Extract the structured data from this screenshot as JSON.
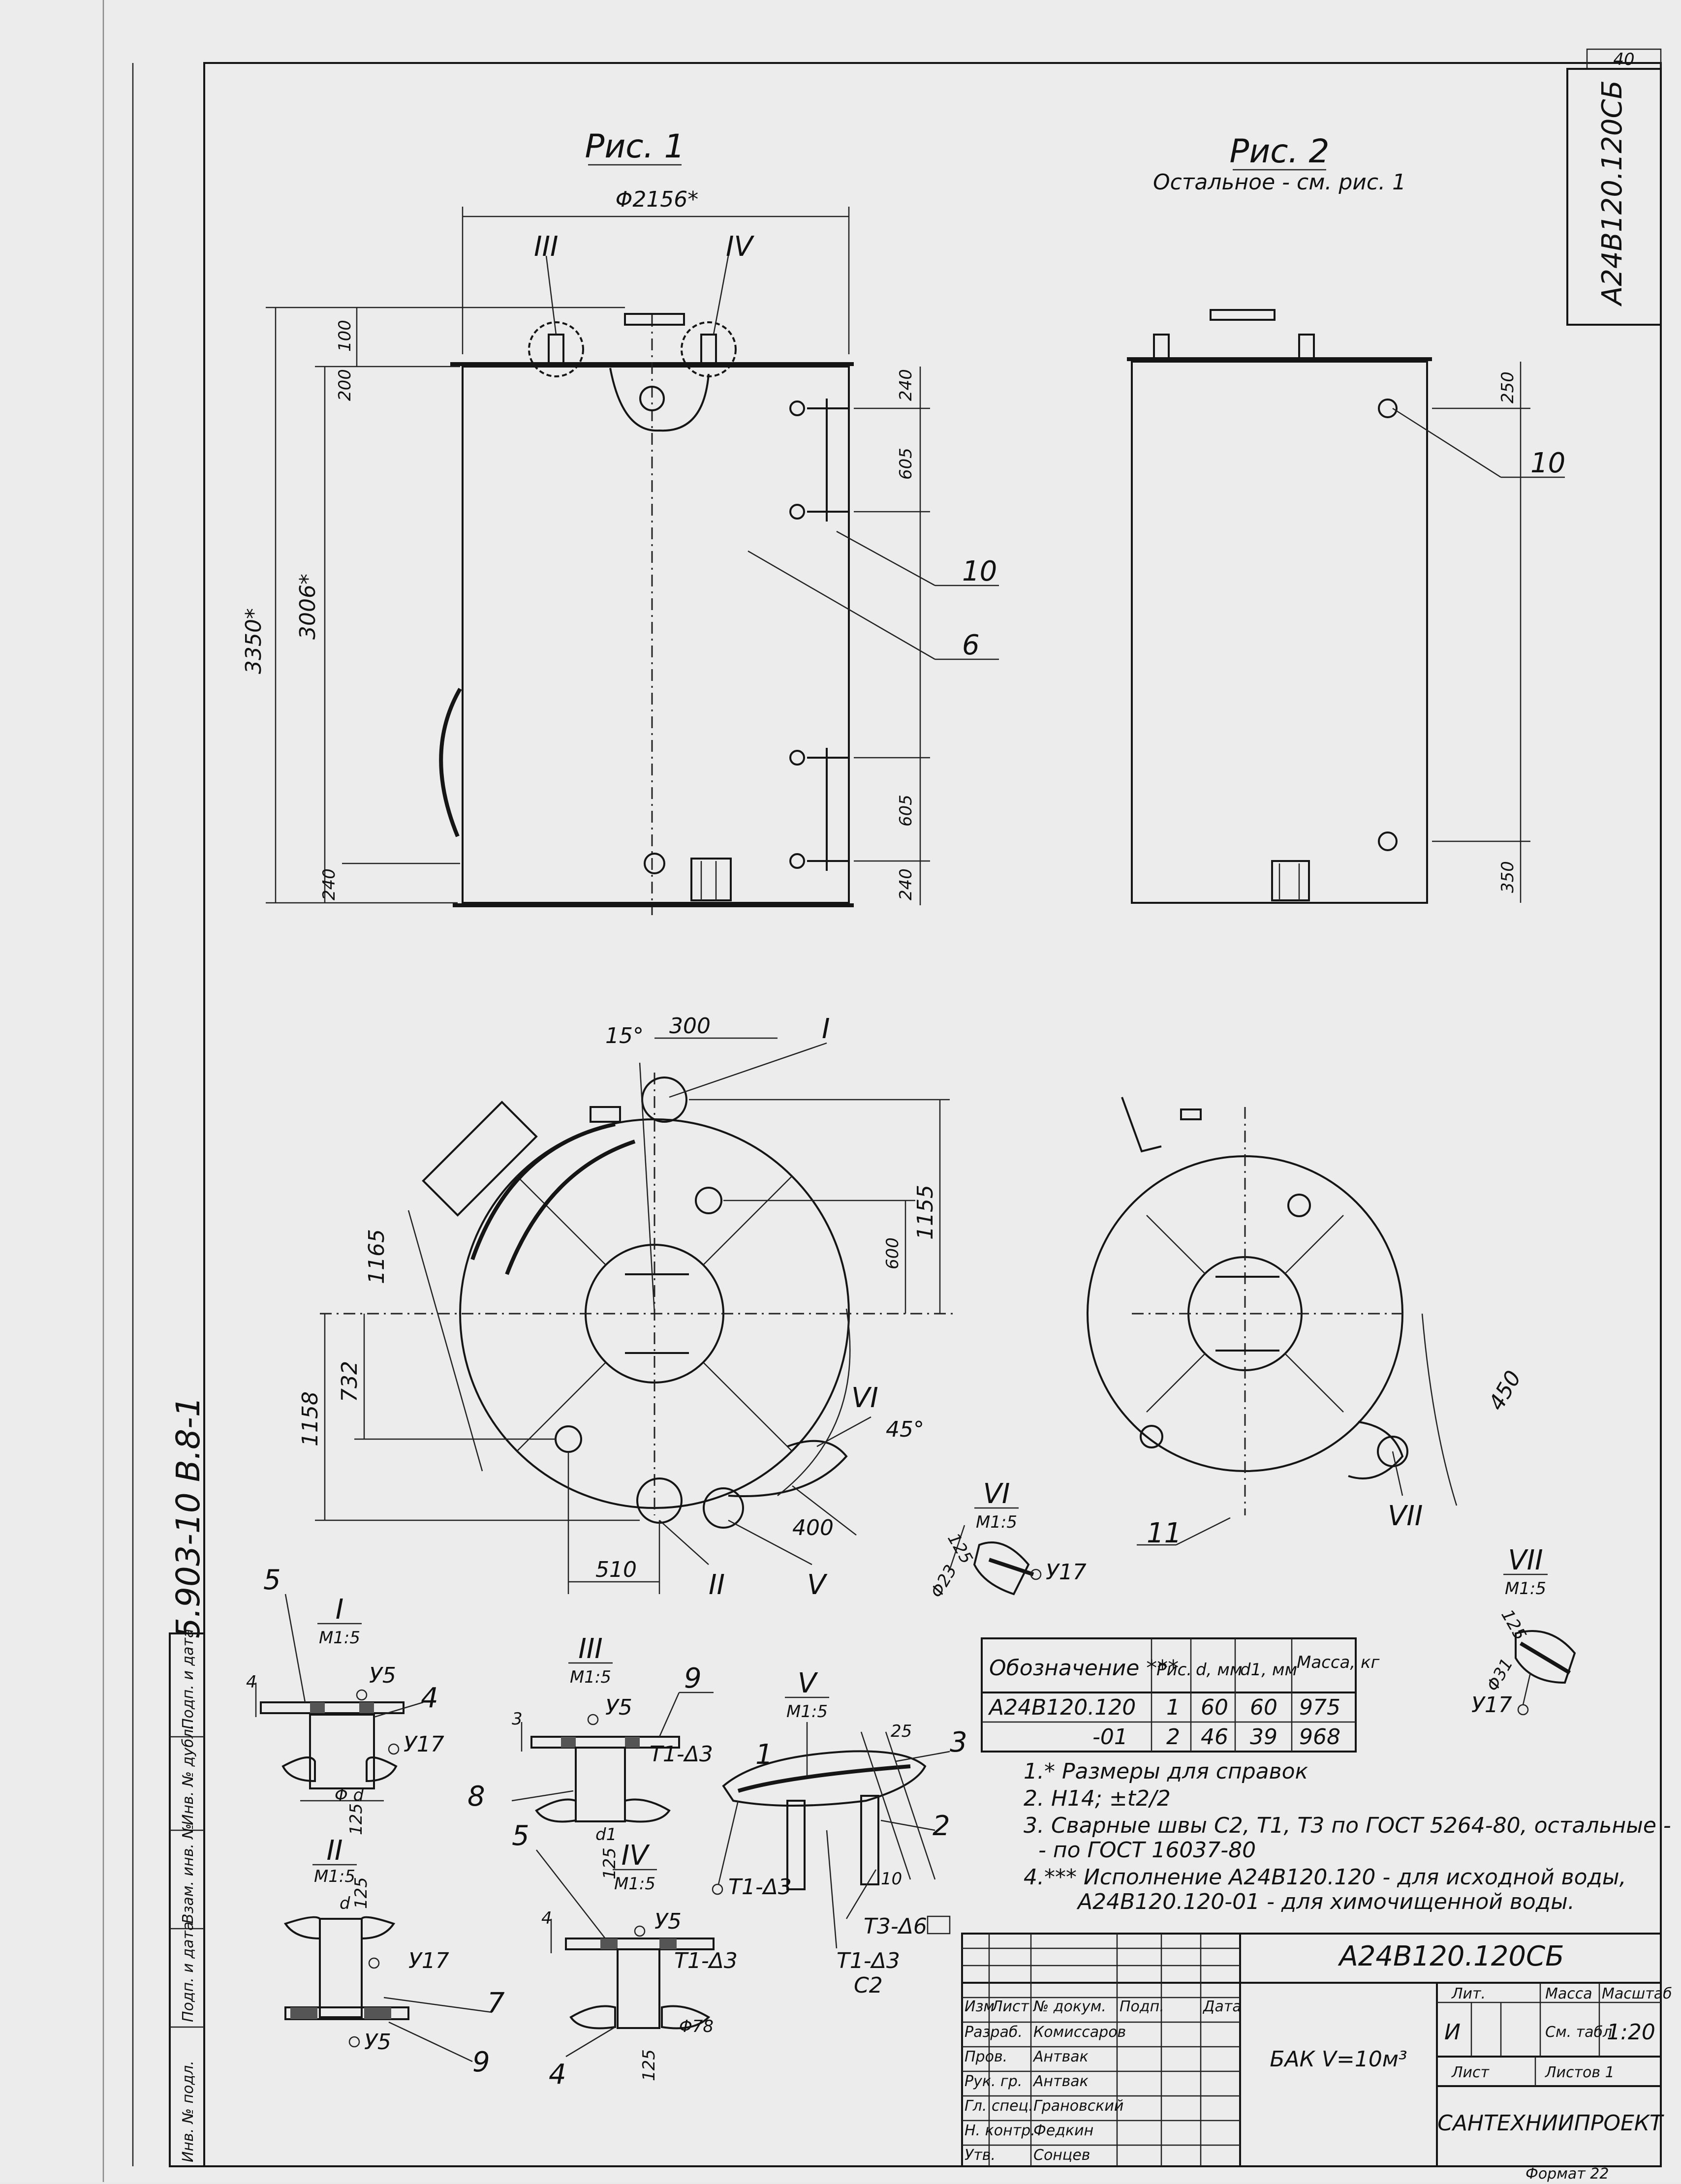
{
  "sheet": {
    "number": "40",
    "side_code": "A24B120.120СБ",
    "series": "5.903-10  В.8-1",
    "bottom_stamp": "Формат 22"
  },
  "figures": {
    "fig1": {
      "title": "Рис. 1"
    },
    "fig2": {
      "title": "Рис. 2",
      "note": "Остальное - см. рис. 1"
    }
  },
  "dimensions": {
    "fig1": {
      "diameter": "Φ2156*",
      "height_total": "3350*",
      "height_body": "3006*",
      "top_200": "200",
      "top_100": "100",
      "bottom_240": "240",
      "right_240_top": "240",
      "right_605_top": "605",
      "right_605_bottom": "605",
      "right_240_bottom": "240"
    },
    "fig2": {
      "top_250": "250",
      "bottom_350": "350"
    },
    "plan1": {
      "angle_15": "15°",
      "d300": "300",
      "d1155": "1155",
      "d600": "600",
      "d1165": "1165",
      "d732": "732",
      "d1158": "1158",
      "angle_45": "45°",
      "d400": "400",
      "d510": "510"
    },
    "plan2": {
      "d450": "450"
    }
  },
  "callouts": {
    "I": "I",
    "II": "II",
    "III": "III",
    "IV": "IV",
    "V": "V",
    "VI": "VI",
    "VII": "VII",
    "n1": "1",
    "n2": "2",
    "n3": "3",
    "n4a": "4",
    "n4b": "4",
    "n5a": "5",
    "n5b": "5",
    "n6": "6",
    "n7": "7",
    "n8": "8",
    "n9a": "9",
    "n9b": "9",
    "n10a": "10",
    "n10b": "10",
    "n11": "11"
  },
  "details": {
    "I": {
      "title": "I",
      "scale": "M1:5",
      "weld": "У5",
      "weld2": "У17",
      "dia": "Φ d",
      "dim": "125"
    },
    "II": {
      "title": "II",
      "scale": "M1:5",
      "weld": "У17",
      "weld2": "У5",
      "dim": "125",
      "dim2": "d"
    },
    "III": {
      "title": "III",
      "scale": "M1:5",
      "weld": "У5",
      "weld2": "Т1-Δ3",
      "dim": "125",
      "dim2": "d1",
      "dim3": "3"
    },
    "IV": {
      "title": "IV",
      "scale": "M1:5",
      "weld": "У5",
      "weld2": "Т1-Δ3",
      "dim": "125",
      "dia": "Φ78",
      "dim3": "4"
    },
    "V": {
      "title": "V",
      "scale": "M1:5",
      "dim": "25",
      "dim2": "10",
      "weld1": "Т1-Δ3",
      "weld2": "Т1-Δ3",
      "weld3": "Т3-Δ6",
      "weld4": "С2"
    },
    "VI": {
      "title": "VI",
      "scale": "M1:5",
      "dim": "125",
      "dia": "Φ23",
      "weld": "У17"
    },
    "VII": {
      "title": "VII",
      "scale": "M1:5",
      "dim": "125",
      "dia": "Φ31",
      "weld": "У17"
    }
  },
  "table": {
    "headers": [
      "Обозначение ***",
      "Рис.",
      "d, мм",
      "d1, мм",
      "Масса, кг"
    ],
    "rows": [
      [
        "А24В120.120",
        "1",
        "60",
        "60",
        "975"
      ],
      [
        "-01",
        "2",
        "46",
        "39",
        "968"
      ]
    ]
  },
  "notes": [
    "1.* Размеры для справок",
    "2. Н14; ±t2/2",
    "3. Сварные швы С2, Т1, Т3 по ГОСТ 5264-80, остальные -",
    "- по ГОСТ 16037-80",
    "4.*** Исполнение  А24В120.120 - для исходной воды,",
    "А24В120.120-01 - для химочищенной воды."
  ],
  "title_block": {
    "code": "А24В120.120СБ",
    "name": "БАК V=10м³",
    "col_lit": "Лит.",
    "col_mass": "Масса",
    "col_scale": "Масштаб",
    "lit_value": "И",
    "mass_value": "См. табл",
    "scale_value": "1:20",
    "sheet_label": "Лист",
    "sheets_label": "Листов 1",
    "org": "САНТЕХНИИПРОЕКТ",
    "sig_headers": [
      "Изм",
      "Лист",
      "№ докум.",
      "Подп.",
      "Дата"
    ],
    "roles": [
      {
        "role": "Разраб.",
        "name": "Комиссаров"
      },
      {
        "role": "Пров.",
        "name": "Антвак"
      },
      {
        "role": "Рук. гр.",
        "name": "Антвак"
      },
      {
        "role": "Гл. спец.",
        "name": "Грановский"
      },
      {
        "role": "Н. контр.",
        "name": "Федкин"
      },
      {
        "role": "Утв.",
        "name": "Сонцев"
      }
    ]
  },
  "left_strip": [
    "Инв. № подл.",
    "Подп. и дата",
    "Взам. инв. №",
    "Инв. № дубл.",
    "Подп. и дата"
  ]
}
